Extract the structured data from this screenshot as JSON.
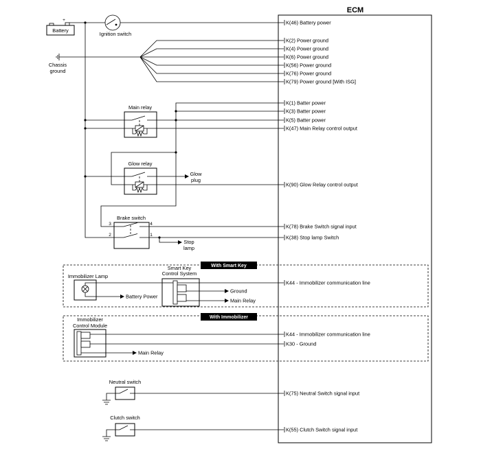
{
  "ecm": {
    "title": "ECM",
    "pins": [
      "K(46) Battery power",
      "K(2) Power ground",
      "K(4) Power ground",
      "K(6) Power ground",
      "K(56) Power ground",
      "K(76) Power ground",
      "K(79) Power ground [With ISG]",
      "K(1) Batter power",
      "K(3) Batter power",
      "K(5) Batter power",
      "K(47) Main Relay control output",
      "K(90) Glow Relay control output",
      "K(78) Brake Switch signal input",
      "K(38) Stop lamp Switch",
      "K44 - Immobilizer communication line",
      "K44 - Immobilizer communication line",
      "K30 - Ground",
      "K(75) Neutral Switch signal input",
      "K(55) Clutch Switch signal input"
    ]
  },
  "battery": {
    "label": "Battery",
    "plus": "+"
  },
  "ignition_switch": {
    "label": "Ignition switch"
  },
  "chassis_ground": {
    "line1": "Chassis",
    "line2": "ground"
  },
  "main_relay": {
    "label": "Main relay"
  },
  "glow_relay": {
    "label": "Glow relay",
    "output_line1": "Glow",
    "output_line2": "plug"
  },
  "brake_switch": {
    "label": "Brake switch",
    "pin_3": "3",
    "pin_4": "4",
    "pin_2": "2",
    "pin_1": "1",
    "output_line1": "Stop",
    "output_line2": "lamp"
  },
  "smart_key_section": {
    "title": "With Smart Key",
    "lamp_label": "Immobilizer Lamp",
    "system_line1": "Smart Key",
    "system_line2": "Control System",
    "battery_power": "Battery Power",
    "ground": "Ground",
    "main_relay": "Main Relay"
  },
  "immobilizer_section": {
    "title": "With Immobilizer",
    "module_line1": "Immobilizer",
    "module_line2": "Control Module",
    "main_relay": "Main Relay"
  },
  "neutral_switch": {
    "label": "Neutral switch"
  },
  "clutch_switch": {
    "label": "Clutch switch"
  }
}
